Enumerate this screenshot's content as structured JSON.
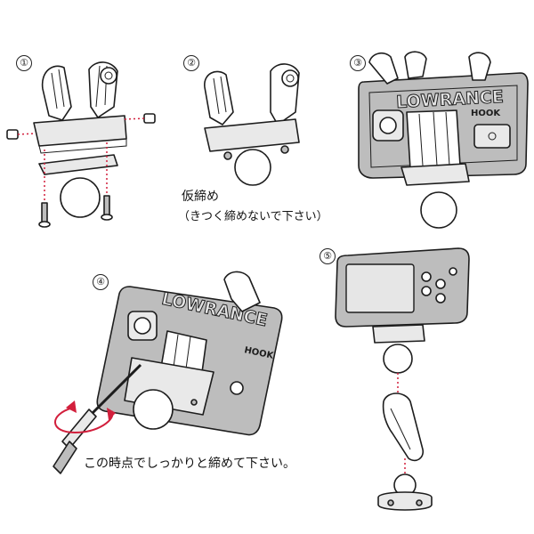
{
  "steps": [
    {
      "number": "①"
    },
    {
      "number": "②",
      "caption_line1": "仮締め",
      "caption_line2": "（きつく締めないで下さい）"
    },
    {
      "number": "③"
    },
    {
      "number": "④",
      "caption": "この時点でしっかりと締めて下さい。"
    },
    {
      "number": "⑤"
    }
  ],
  "device": {
    "brand": "LOWRANCE",
    "model": "HOOK"
  },
  "colors": {
    "guide_line": "#d21f3c",
    "outline": "#1d1d1d",
    "device_body": "#bdbdbd"
  },
  "icons": [
    "ball-mount-icon",
    "screw-icon",
    "screwdriver-icon",
    "hand-icon",
    "rotation-arrow-icon",
    "fish-finder-icon",
    "arm-clamp-icon",
    "base-plate-icon"
  ]
}
